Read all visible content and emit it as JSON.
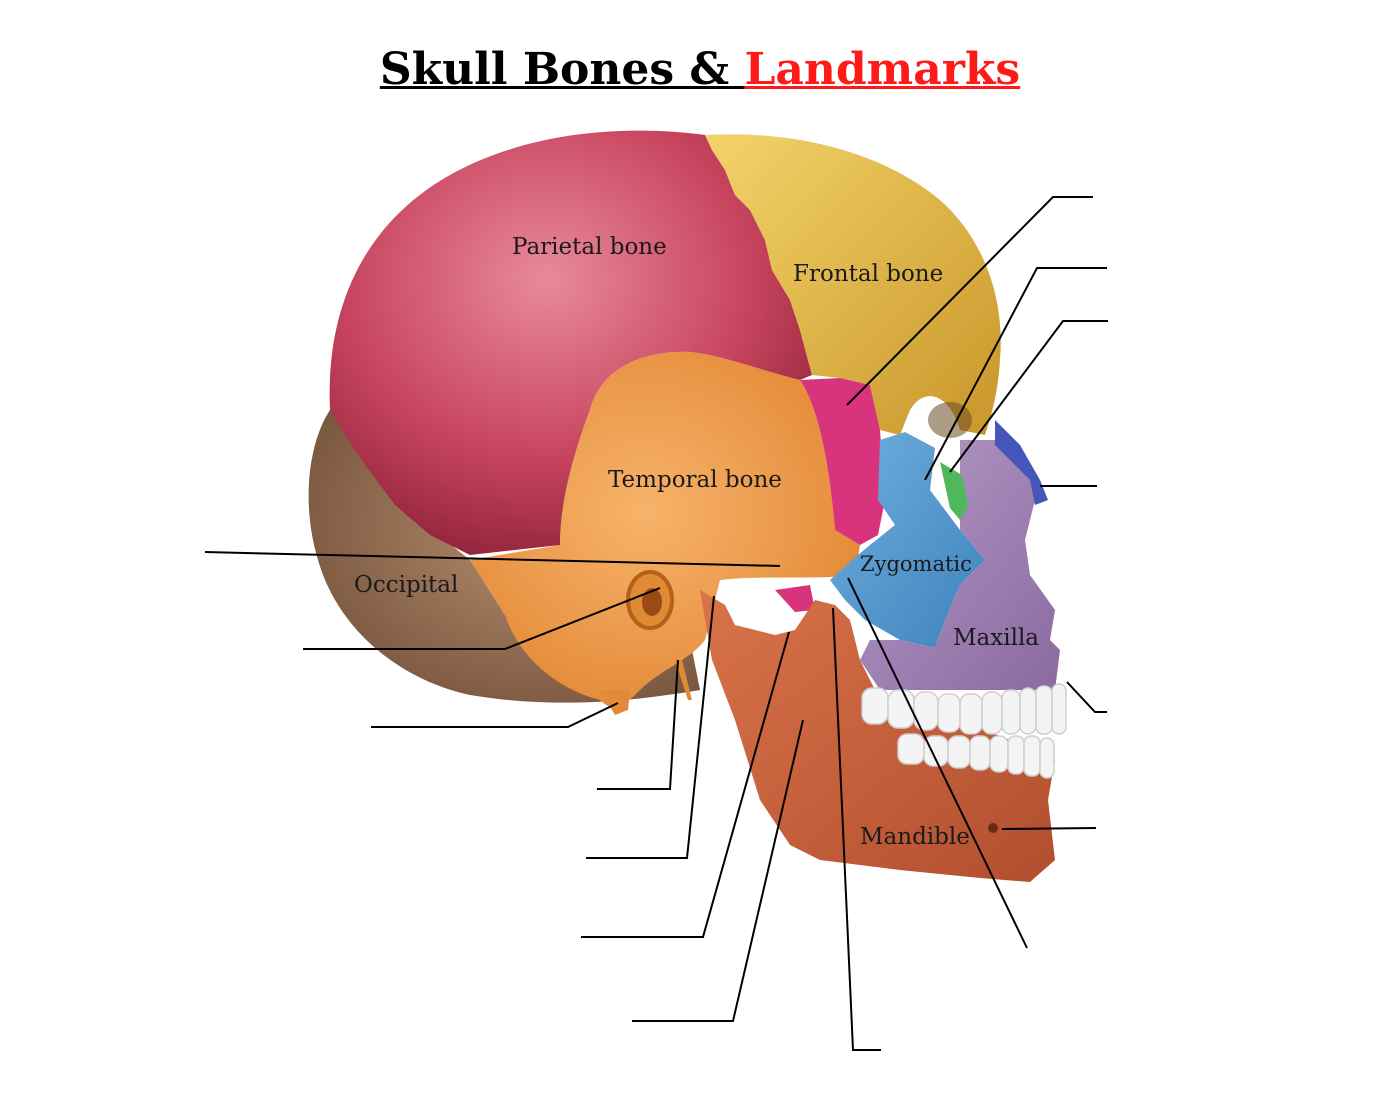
{
  "title": {
    "part1": "Skull Bones & ",
    "part2": "Landmarks",
    "part2_color": "#ff1a1a"
  },
  "bones": {
    "parietal": {
      "label": "Parietal bone",
      "color": "#c8445e"
    },
    "frontal": {
      "label": "Frontal bone",
      "color": "#e8bc3c"
    },
    "temporal": {
      "label": "Temporal bone",
      "color": "#ef9a45"
    },
    "occipital": {
      "label": "Occipital",
      "color": "#9c7252"
    },
    "sphenoid": {
      "label": "",
      "color": "#d8347e"
    },
    "zygomatic": {
      "label": "Zygomatic",
      "color": "#5b9fd2"
    },
    "maxilla": {
      "label": "Maxilla",
      "color": "#9c7fb0"
    },
    "mandible": {
      "label": "Mandible",
      "color": "#c9623e"
    },
    "nasal": {
      "label": "",
      "color": "#4656b8"
    },
    "lacrimal": {
      "label": "",
      "color": "#4fb85a"
    },
    "teeth": {
      "label": "",
      "color": "#f4f4f4"
    }
  },
  "blanks": [
    {
      "id": "blank-sphenoid"
    },
    {
      "id": "blank-ethmoid"
    },
    {
      "id": "blank-lacrimal"
    },
    {
      "id": "blank-nasal"
    },
    {
      "id": "blank-zygomatic-process"
    },
    {
      "id": "blank-ear-meatus"
    },
    {
      "id": "blank-mastoid"
    },
    {
      "id": "blank-styloid"
    },
    {
      "id": "blank-condyle"
    },
    {
      "id": "blank-coronoid"
    },
    {
      "id": "blank-ramus"
    },
    {
      "id": "blank-angle"
    },
    {
      "id": "blank-teeth"
    },
    {
      "id": "blank-mental-foramen"
    },
    {
      "id": "blank-zygomatic-arch"
    }
  ]
}
